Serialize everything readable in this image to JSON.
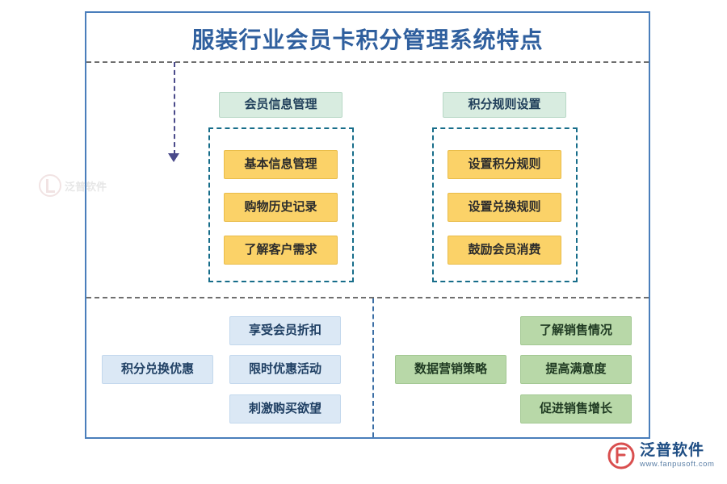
{
  "page": {
    "title": "服装行业会员卡积分管理系统特点",
    "accent_color": "#2f5f9e",
    "frame_border_color": "#4a7ebb"
  },
  "groups": {
    "member_info": {
      "header": "会员信息管理",
      "items": [
        "基本信息管理",
        "购物历史记录",
        "了解客户需求"
      ]
    },
    "points_rules": {
      "header": "积分规则设置",
      "items": [
        "设置积分规则",
        "设置兑换规则",
        "鼓励会员消费"
      ]
    },
    "points_exchange": {
      "header": "积分兑换优惠",
      "items": [
        "享受会员折扣",
        "限时优惠活动",
        "刺激购买欲望"
      ]
    },
    "data_marketing": {
      "header": "数据营销策略",
      "items": [
        "了解销售情况",
        "提高满意度",
        "促进销售增长"
      ]
    }
  },
  "watermark": {
    "text": "泛普软件"
  },
  "logo": {
    "name": "泛普软件",
    "url": "www.fanpusoft.com"
  }
}
